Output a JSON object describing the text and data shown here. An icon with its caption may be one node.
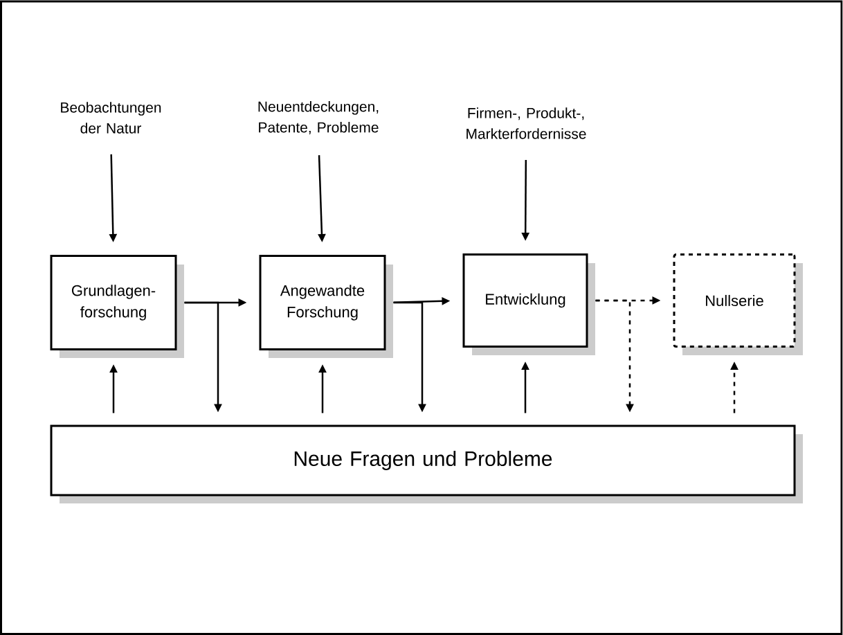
{
  "diagram": {
    "nodes": [
      {
        "text": [
          "Beobachtungen der Natur"
        ]
      },
      {
        "text": [
          "Neuentdeckungen, Patente, Probleme"
        ]
      },
      {
        "text": [
          "Firmen-, Produkt-, Markterfordernisse"
        ]
      },
      {
        "text": [
          "Grundlagen- forschung"
        ]
      },
      {
        "text": [
          "Angewandte Forschung"
        ]
      },
      {
        "text": [
          "Entwicklung"
        ]
      },
      {
        "text": [
          "Nullserie"
        ]
      },
      {
        "text": [
          "Neue Fragen und Probleme"
        ]
      }
    ],
    "edges": [
      {
        "from": 0,
        "to": 3,
        "arrow": "to"
      },
      {
        "from": 1,
        "to": 4,
        "arrow": "to"
      },
      {
        "from": 2,
        "to": 5,
        "arrow": "to"
      },
      {
        "from": 3,
        "to": 4,
        "arrow": "to"
      },
      {
        "from": 3,
        "to": 7,
        "arrow": "to"
      },
      {
        "from": 4,
        "to": 5,
        "arrow": "to"
      },
      {
        "from": 4,
        "to": 7,
        "arrow": "to"
      },
      {
        "from": 5,
        "to": 6,
        "arrow": "to",
        "style": "dashed"
      },
      {
        "from": 5,
        "to": 7,
        "arrow": "to",
        "style": "dashed"
      },
      {
        "from": 7,
        "to": 3,
        "arrow": "to"
      },
      {
        "from": 7,
        "to": 4,
        "arrow": "to"
      },
      {
        "from": 7,
        "to": 5,
        "arrow": "to"
      },
      {
        "from": 7,
        "to": 6,
        "arrow": "to",
        "style": "dashed"
      }
    ]
  }
}
